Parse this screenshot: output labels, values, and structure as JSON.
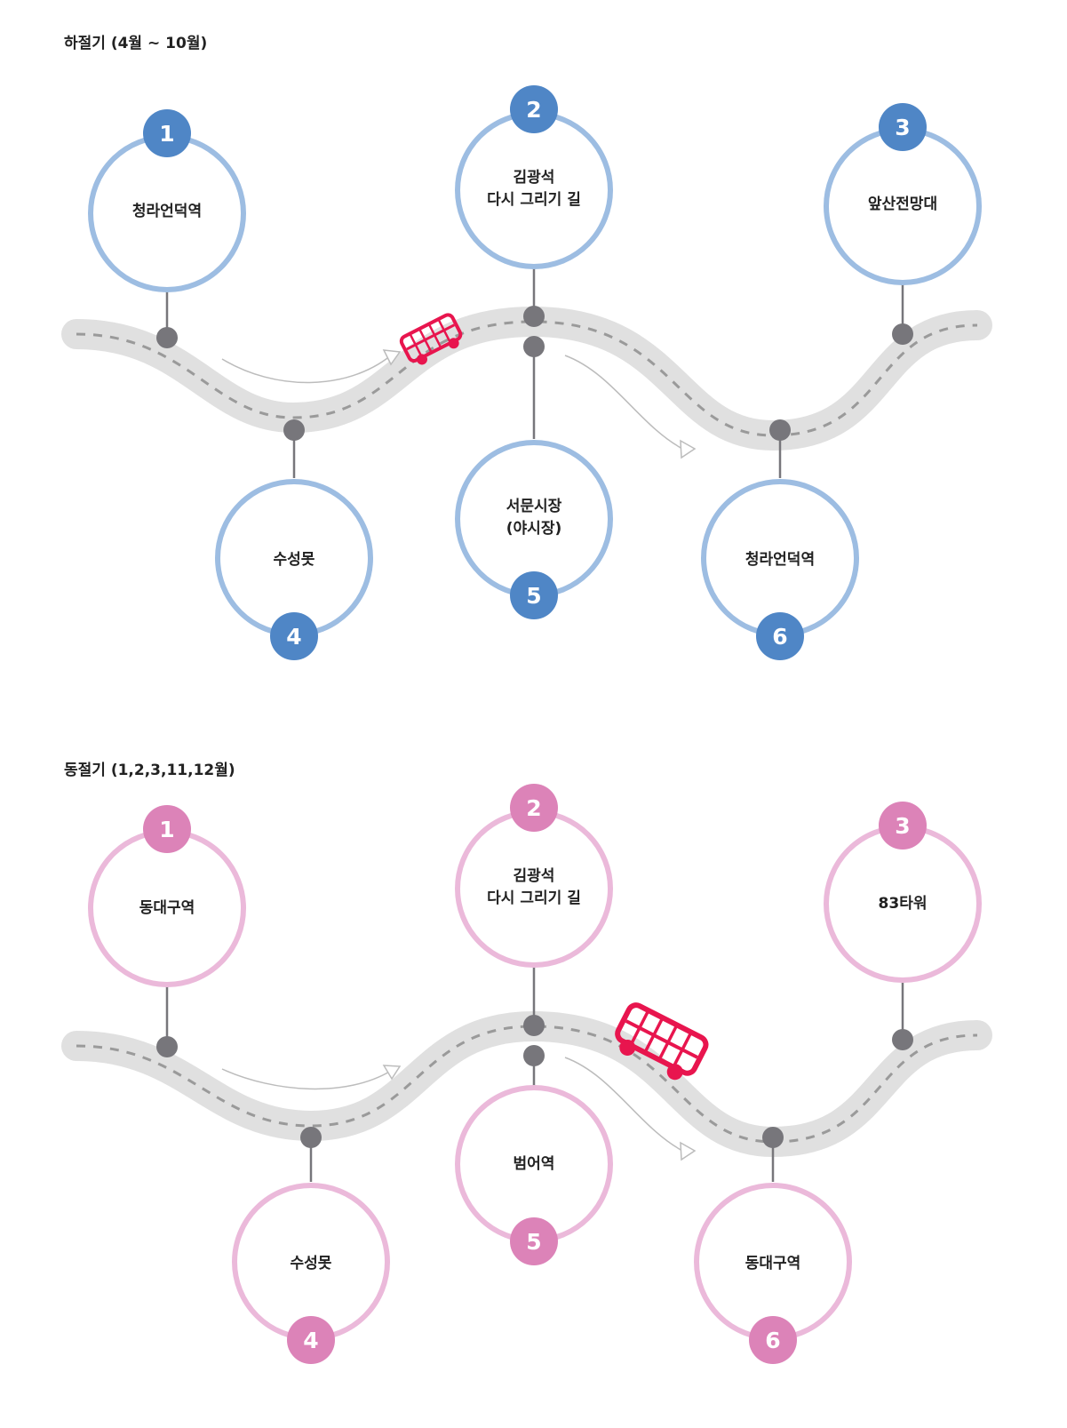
{
  "sections": [
    {
      "id": "summer",
      "title": "하절기 (4월 ~ 10월)",
      "theme": {
        "ring": "#9dbde2",
        "badge": "#4f86c6"
      },
      "stops": [
        {
          "number": "1",
          "name": "청라언덕역"
        },
        {
          "number": "2",
          "name": "김광석\n다시 그리기 길"
        },
        {
          "number": "3",
          "name": "앞산전망대"
        },
        {
          "number": "4",
          "name": "수성못"
        },
        {
          "number": "5",
          "name": "서문시장\n(야시장)"
        },
        {
          "number": "6",
          "name": "청라언덕역"
        }
      ]
    },
    {
      "id": "winter",
      "title": "동절기 (1,2,3,11,12월)",
      "theme": {
        "ring": "#ebb9da",
        "badge": "#dc83b8"
      },
      "stops": [
        {
          "number": "1",
          "name": "동대구역"
        },
        {
          "number": "2",
          "name": "김광석\n다시 그리기 길"
        },
        {
          "number": "3",
          "name": "83타워"
        },
        {
          "number": "4",
          "name": "수성못"
        },
        {
          "number": "5",
          "name": "범어역"
        },
        {
          "number": "6",
          "name": "동대구역"
        }
      ]
    }
  ],
  "colors": {
    "road": "#e0e0e0",
    "road_dash": "#9a9a9a",
    "node": "#77767b",
    "bus": "#e8154e",
    "arrow": "#bcbcbc"
  },
  "icons": {
    "bus": "bus-icon",
    "direction": "direction-arrow-icon"
  }
}
